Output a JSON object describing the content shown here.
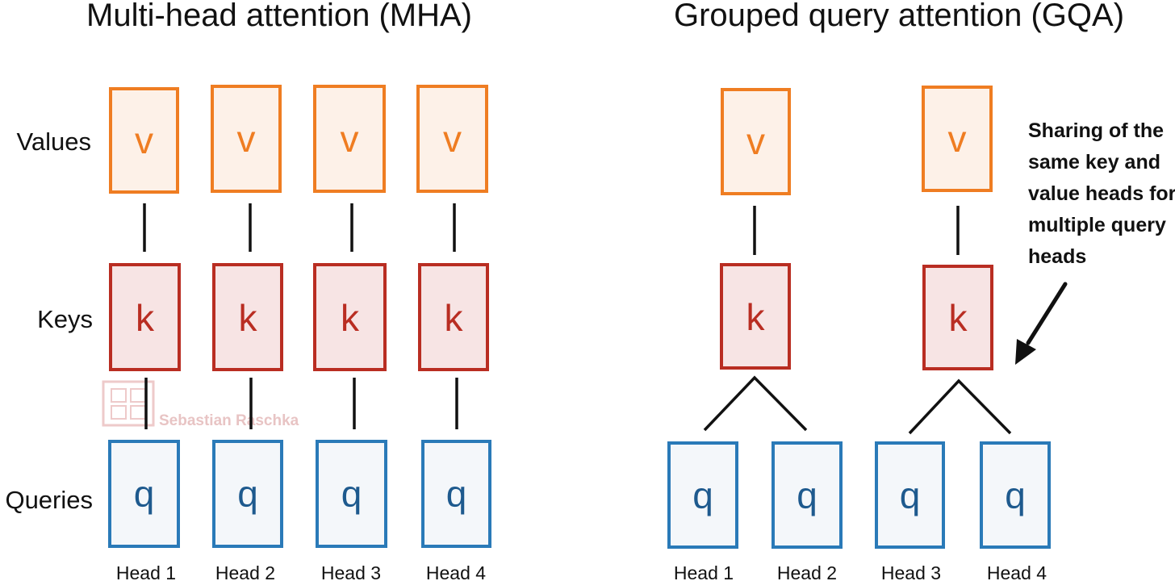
{
  "mha": {
    "title": "Multi-head attention (MHA)",
    "row_labels": {
      "values": "Values",
      "keys": "Keys",
      "queries": "Queries"
    },
    "value_letters": [
      "v",
      "v",
      "v",
      "v"
    ],
    "key_letters": [
      "k",
      "k",
      "k",
      "k"
    ],
    "query_letters": [
      "q",
      "q",
      "q",
      "q"
    ],
    "head_labels": [
      "Head 1",
      "Head 2",
      "Head 3",
      "Head 4"
    ]
  },
  "gqa": {
    "title": "Grouped query attention (GQA)",
    "value_letters": [
      "v",
      "v"
    ],
    "key_letters": [
      "k",
      "k"
    ],
    "query_letters": [
      "q",
      "q",
      "q",
      "q"
    ],
    "head_labels": [
      "Head 1",
      "Head 2",
      "Head 3",
      "Head 4"
    ],
    "annotation": [
      "Sharing of the",
      "same key and",
      "value heads for",
      "multiple query",
      "heads"
    ]
  },
  "watermark": {
    "text": "Sebastian Raschka"
  },
  "colors": {
    "value_stroke": "#ef7d22",
    "key_stroke": "#b92d22",
    "query_stroke": "#2a7ab8",
    "query_letter": "#1e5a8e"
  },
  "icons": [
    "arrow-icon",
    "watermark-seal-icon"
  ]
}
